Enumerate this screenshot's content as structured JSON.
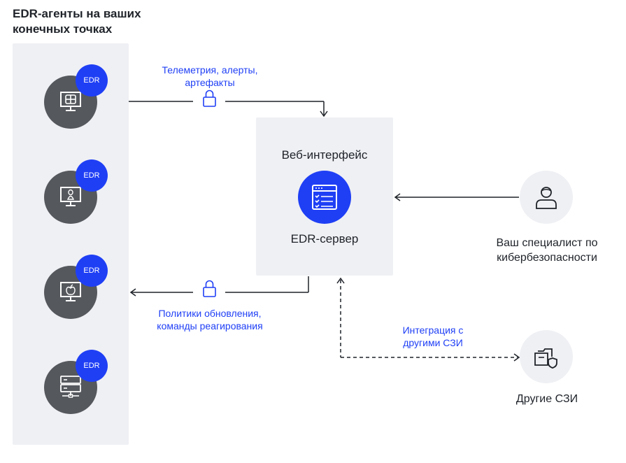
{
  "title": "EDR-агенты на ваших конечных точках",
  "badge_label": "EDR",
  "agents": [
    {
      "icon": "windows-monitor-icon"
    },
    {
      "icon": "linux-monitor-icon"
    },
    {
      "icon": "apple-monitor-icon"
    },
    {
      "icon": "server-rack-icon"
    }
  ],
  "server": {
    "top_label": "Веб-интерфейс",
    "bottom_label": "EDR-сервер",
    "icon": "web-interface-icon"
  },
  "arrows": {
    "telemetry_label": "Телеметрия, алерты, артефакты",
    "policies_label": "Политики обновления, команды реагирования",
    "integration_label": "Интеграция с другими СЗИ"
  },
  "specialist": {
    "label": "Ваш специалист по кибербезопасности",
    "icon": "user-icon"
  },
  "other": {
    "label": "Другие СЗИ",
    "icon": "shield-document-icon"
  },
  "colors": {
    "accent": "#1f3ff5",
    "panel": "#eff0f4",
    "agent_circle": "#55585d",
    "text": "#1f2329"
  }
}
